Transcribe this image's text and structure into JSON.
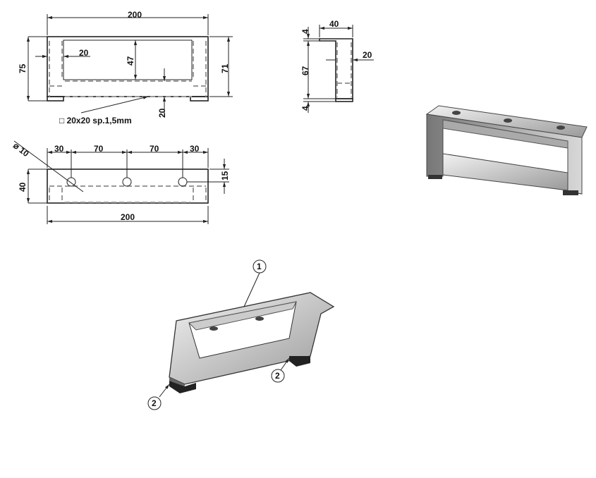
{
  "front_view": {
    "width": "200",
    "height": "75",
    "inner_height": "47",
    "side_width": "20",
    "bar_height": "20",
    "overall_inner": "71",
    "profile_note": "□ 20x20 sp.1,5mm"
  },
  "side_view": {
    "depth": "40",
    "top_thk": "4",
    "mid": "67",
    "bottom_thk": "4",
    "leg": "20"
  },
  "top_view": {
    "hole_dia": "⌀ 10",
    "d1": "30",
    "d2": "70",
    "d3": "70",
    "d4": "30",
    "depth": "40",
    "hole_offset": "15",
    "width": "200"
  },
  "balloons": {
    "b1": "1",
    "b2a": "2",
    "b2b": "2"
  }
}
